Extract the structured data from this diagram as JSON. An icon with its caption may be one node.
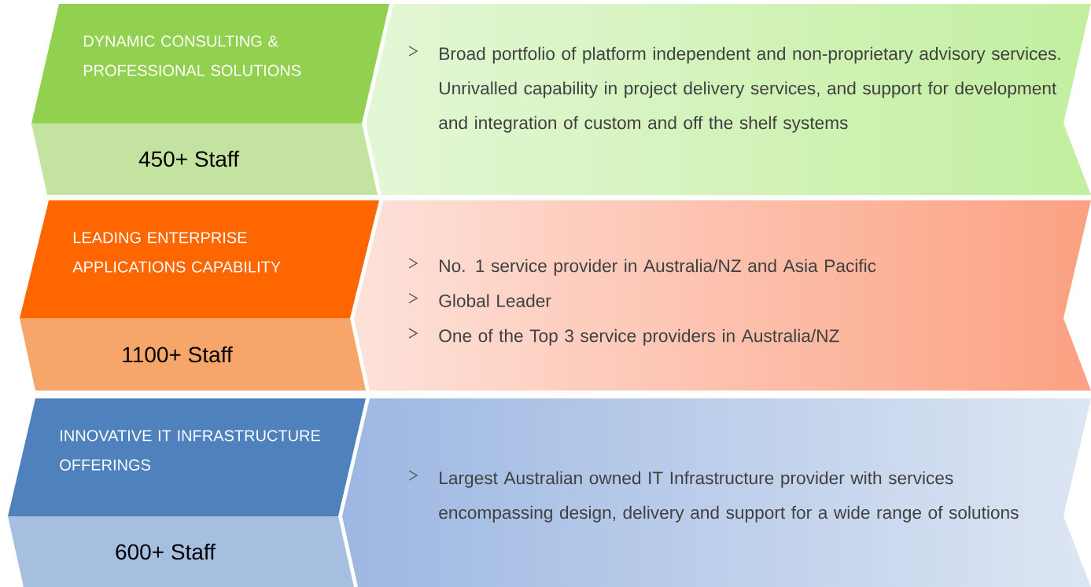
{
  "diagram": {
    "nodes": [
      {
        "text": [
          "DYNAMIC CONSULTING & PROFESSIONAL SOLUTIONS",
          "450+ Staff"
        ]
      },
      {
        "text": [
          "Broad portfolio of platform independent and non-proprietary advisory services. Unrivalled capability in project delivery services, and support for development and integration of custom and off the shelf systems"
        ]
      },
      {
        "text": [
          "LEADING ENTERPRISE APPLICATIONS CAPABILITY",
          "1100+ Staff"
        ]
      },
      {
        "text": [
          "No. 1 service provider in Australia/NZ and Asia Pacific",
          "Global Leader",
          "One of the Top 3 service providers in Australia/NZ"
        ]
      },
      {
        "text": [
          "INNOVATIVE IT INFRASTRUCTURE OFFERINGS",
          "600+ Staff"
        ]
      },
      {
        "text": [
          "Largest Australian owned IT Infrastructure provider with services encompassing design, delivery and support for a wide range of solutions"
        ]
      }
    ]
  }
}
